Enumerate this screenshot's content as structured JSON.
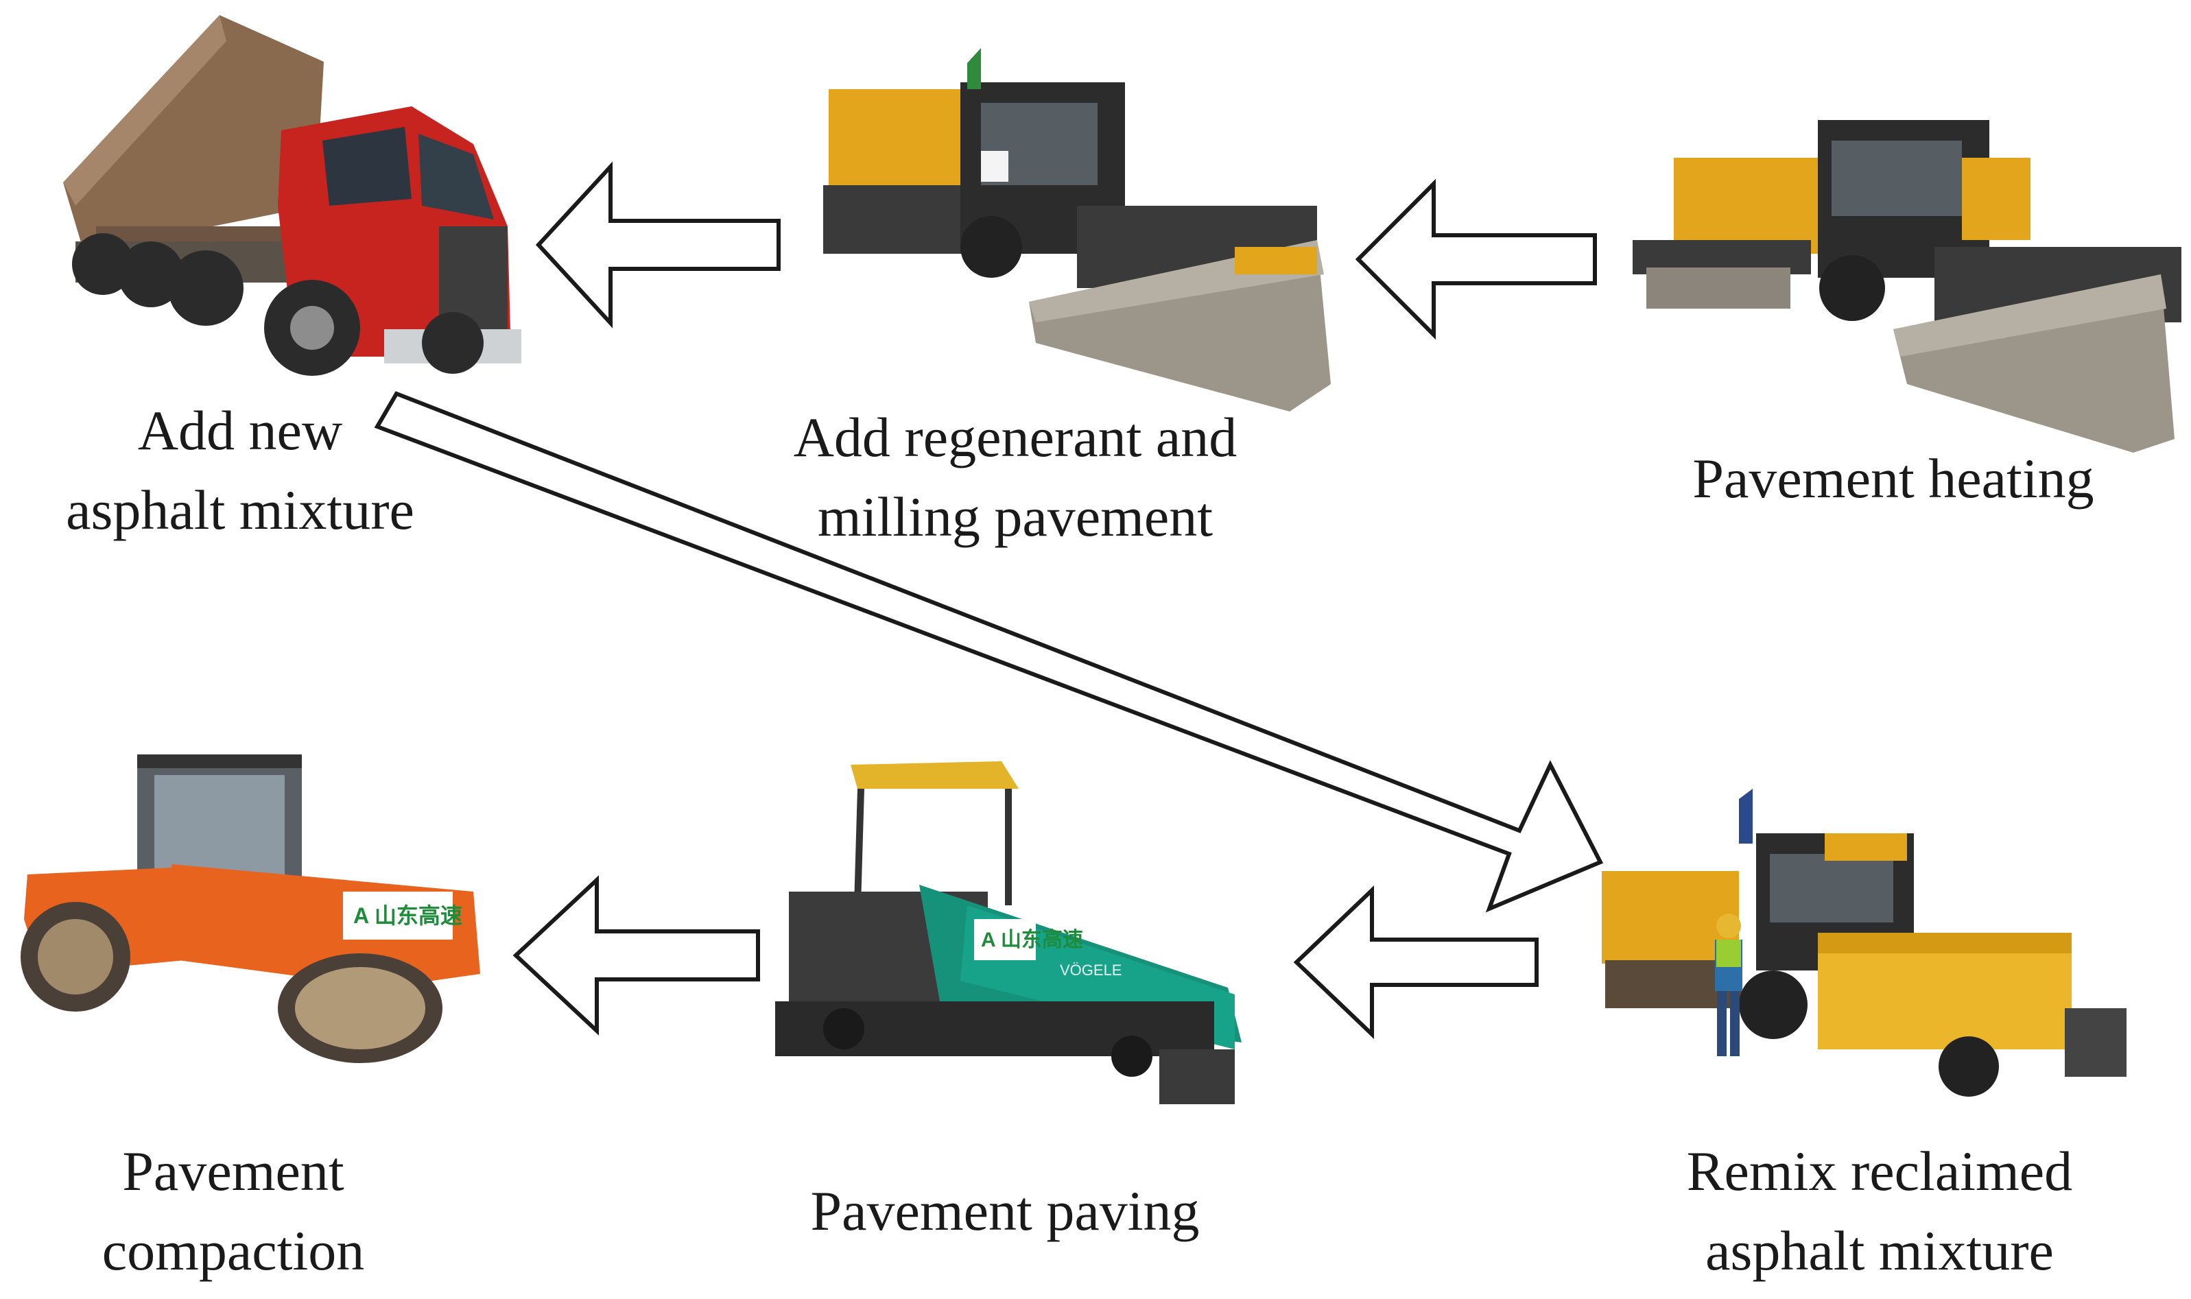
{
  "steps": {
    "add_new_mixture": {
      "line1": "Add new",
      "line2": "asphalt mixture"
    },
    "add_regenerant": {
      "line1": "Add regenerant and",
      "line2": "milling pavement"
    },
    "pavement_heating": {
      "line1": "Pavement heating"
    },
    "remix": {
      "line1": "Remix reclaimed",
      "line2": "asphalt mixture"
    },
    "pavement_paving": {
      "line1": "Pavement paving"
    },
    "pavement_compaction": {
      "line1": "Pavement",
      "line2": "compaction"
    }
  },
  "colors": {
    "truck_red": "#c8241f",
    "dump_body": "#8a6a4e",
    "machine_yellow": "#e3a51c",
    "screed_gray": "#9c958a",
    "paver_green": "#16927a",
    "roller_orange": "#e8631d",
    "arrow_stroke": "#1a1a1a"
  },
  "icons": [
    "dump-truck",
    "regenerant-milling-machine",
    "heating-machine",
    "remixer-machine",
    "asphalt-paver",
    "road-roller"
  ],
  "decals": {
    "paver": "A 山东高速",
    "roller": "A 山东高速",
    "paver_brand": "VÖGELE"
  }
}
